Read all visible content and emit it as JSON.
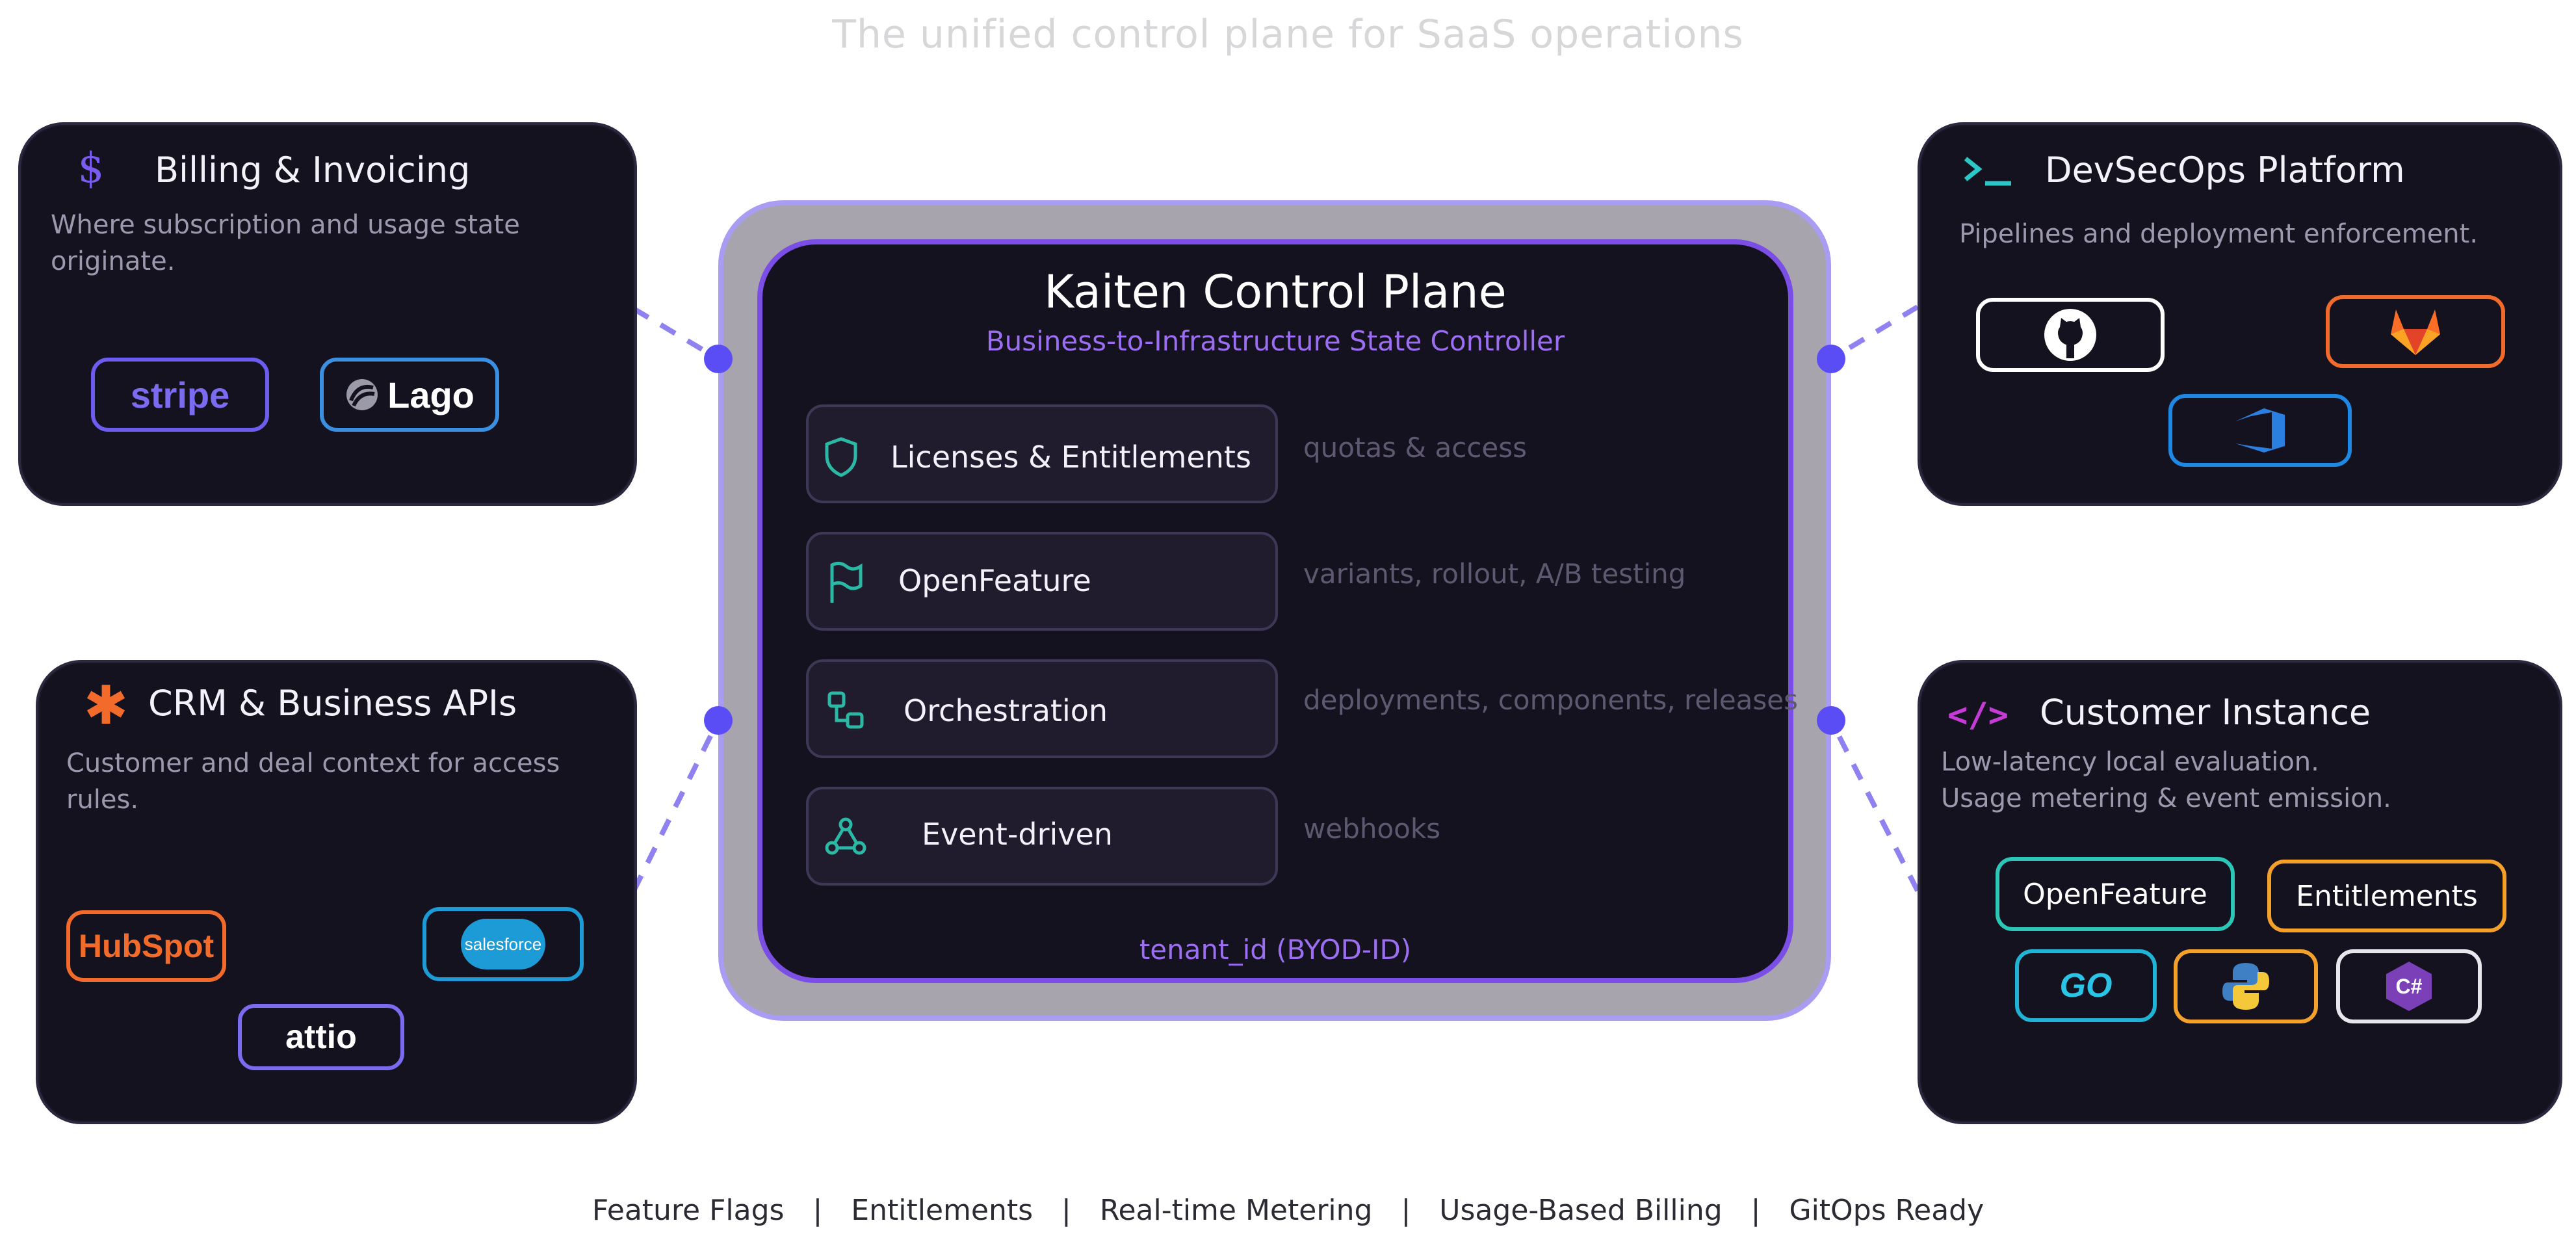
{
  "page_title": "The unified control plane for SaaS operations",
  "colors": {
    "panel_bg": "#15121f",
    "accent_purple": "#7b4fe6",
    "accent_blue": "#5b4df5",
    "teal": "#2bb9a5",
    "orange": "#f26b2a"
  },
  "billing": {
    "icon": "dollar-icon",
    "title": "Billing & Invoicing",
    "description": "Where subscription and usage state originate.",
    "logos": [
      "stripe",
      "Lago"
    ]
  },
  "crm": {
    "icon": "asterisk-icon",
    "title": "CRM & Business APIs",
    "description": "Customer and deal context for access rules.",
    "logos": [
      "HubSpot",
      "salesforce",
      "attio"
    ]
  },
  "devsecops": {
    "icon": "terminal-icon",
    "title": "DevSecOps Platform",
    "description": "Pipelines and deployment enforcement.",
    "logos": [
      "github-icon",
      "gitlab-icon",
      "azure-devops-icon"
    ]
  },
  "customer": {
    "icon": "code-icon",
    "title": "Customer Instance",
    "description_line1": "Low-latency local evaluation.",
    "description_line2": "Usage metering & event emission.",
    "chips": [
      "OpenFeature",
      "Entitlements"
    ],
    "sdk_logos": [
      "GO",
      "python-icon",
      "C#"
    ]
  },
  "control_plane": {
    "title": "Kaiten Control Plane",
    "subtitle": "Business-to-Infrastructure State Controller",
    "features": [
      {
        "icon": "shield-icon",
        "label": "Licenses & Entitlements",
        "desc": "quotas & access"
      },
      {
        "icon": "flag-icon",
        "label": "OpenFeature",
        "desc": "variants, rollout, A/B testing"
      },
      {
        "icon": "workflow-icon",
        "label": "Orchestration",
        "desc": "deployments, components, releases"
      },
      {
        "icon": "webhook-icon",
        "label": "Event-driven",
        "desc": "webhooks"
      }
    ],
    "footer": "tenant_id (BYOD-ID)"
  },
  "footer": [
    "Feature Flags",
    "Entitlements",
    "Real-time Metering",
    "Usage-Based Billing",
    "GitOps Ready"
  ],
  "footer_separator": "|"
}
